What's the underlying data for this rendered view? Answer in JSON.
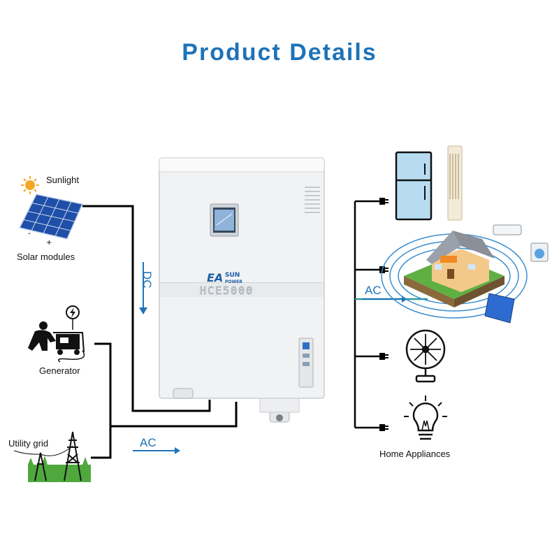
{
  "title": "Product Details",
  "device": {
    "brand": "EASUN",
    "brand_sub": "POWER",
    "model": "HCE5000"
  },
  "sources": {
    "sunlight": "Sunlight",
    "solar": "Solar modules",
    "generator": "Generator",
    "grid": "Utility grid"
  },
  "flows": {
    "dc": "DC",
    "ac_in": "AC",
    "ac_out": "AC"
  },
  "loads": {
    "label": "Home Appliances"
  },
  "colors": {
    "title": "#1e73b8",
    "flow": "#1e73b8",
    "wire": "#000000"
  }
}
